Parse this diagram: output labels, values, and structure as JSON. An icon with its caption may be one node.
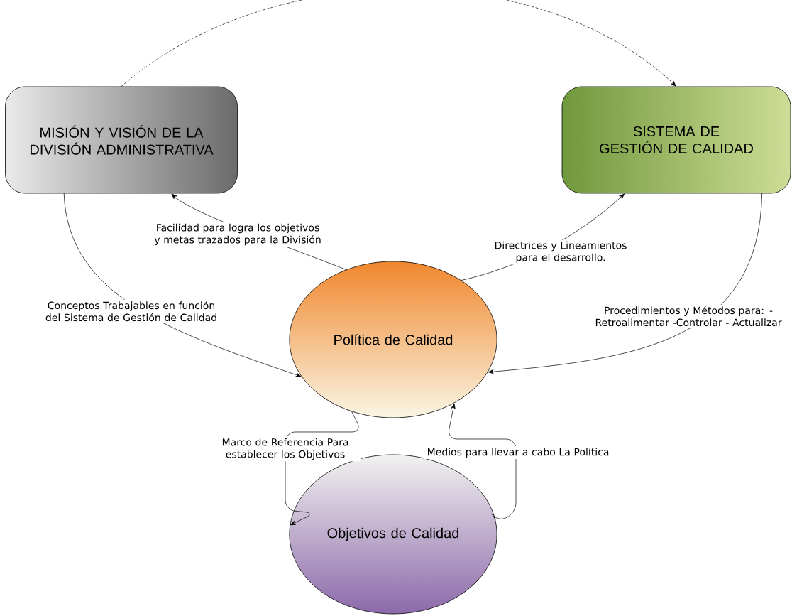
{
  "diagram": {
    "nodes": [
      {
        "text": [
          "MISIÓN Y VISIÓN DE LA DIVISIÓN ADMINISTRATIVA"
        ]
      },
      {
        "text": [
          "SISTEMA DE GESTIÓN DE CALIDAD"
        ]
      },
      {
        "text": [
          "Política de Calidad"
        ]
      },
      {
        "text": [
          "Objetivos de Calidad"
        ]
      }
    ],
    "edges": [
      {
        "from": 0,
        "to": 1,
        "arrow": "to",
        "style": "dashed"
      },
      {
        "from": 2,
        "to": 0,
        "arrow": "to",
        "label": "Facilidad para logra los objetivos y metas trazados para la División"
      },
      {
        "from": 2,
        "to": 1,
        "arrow": "to",
        "label": "Directrices y Lineamientos para el desarrollo."
      },
      {
        "from": 0,
        "to": 2,
        "arrow": "to",
        "label": "Conceptos Trabajables en función del Sistema de Gestión de Calidad"
      },
      {
        "from": 1,
        "to": 2,
        "arrow": "to",
        "label": "Procedimientos y Métodos para: - Retroalimentar -Controlar - Actualizar"
      },
      {
        "from": 2,
        "to": 3,
        "arrow": "to",
        "label": "Marco de Referencia Para establecer los Objetivos"
      },
      {
        "from": 3,
        "to": 2,
        "arrow": "to",
        "label": "Medios para llevar a cabo La Política"
      }
    ]
  }
}
